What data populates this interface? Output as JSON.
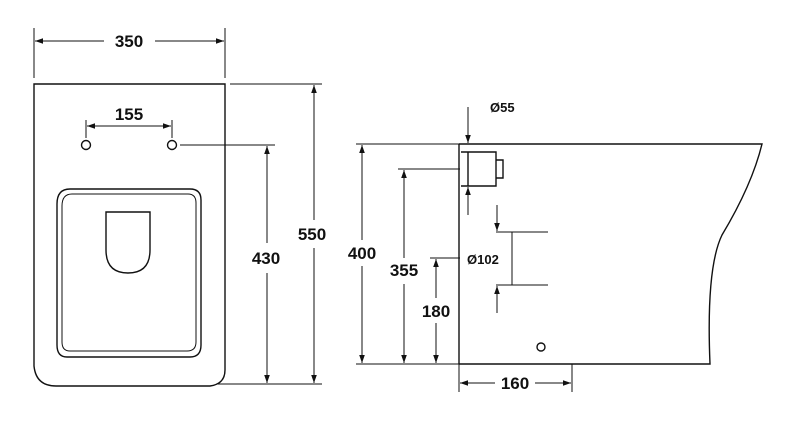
{
  "diagram": {
    "front_view": {
      "overall_width": "350",
      "mounting_hole_spacing": "155",
      "hole_height": "430",
      "overall_height": "550"
    },
    "side_view": {
      "height": "400",
      "outlet_center_height": "355",
      "inlet_height": "180",
      "outlet_diameter": "Ø102",
      "inlet_diameter": "Ø55",
      "depth_to_hole": "160"
    },
    "colors": {
      "line": "#111111",
      "background": "#ffffff"
    }
  }
}
